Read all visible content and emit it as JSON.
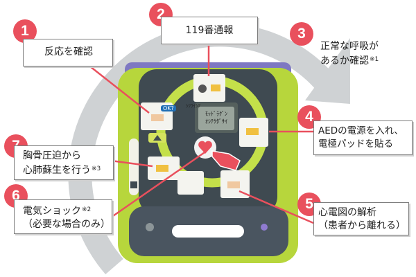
{
  "steps": [
    {
      "num": "1",
      "line1": "反応を確認",
      "line2": "",
      "note": ""
    },
    {
      "num": "2",
      "line1": "119番通報",
      "line2": "",
      "note": ""
    },
    {
      "num": "3",
      "line1": "正常な呼吸が",
      "line2": "あるか確認",
      "note": "※1"
    },
    {
      "num": "4",
      "line1": "AEDの電源を入れ、",
      "line2": "電極パッドを貼る",
      "note": ""
    },
    {
      "num": "5",
      "line1": "心電図の解析",
      "line2": "（患者から離れる）",
      "note": ""
    },
    {
      "num": "6",
      "line1": "電気ショック",
      "line2": "（必要な場合のみ）",
      "note": "※2"
    },
    {
      "num": "7",
      "line1": "胸骨圧迫から",
      "line2": "心肺蘇生を行う",
      "note": "※3"
    }
  ],
  "device": {
    "screen_line1": "ﾓｯﾄﾞﾗｸﾞﾝ",
    "screen_line2": "ｵｼﾃｸﾀﾞｻｲ",
    "screen_top": "ｼﾂﾗｲｼﾏ",
    "ok_label": "OK?"
  },
  "colors": {
    "accent": "#e9505d",
    "device_green": "#b7d63c",
    "device_panel": "#3f4a51",
    "cycle_arrow": "#cfd2d4"
  }
}
